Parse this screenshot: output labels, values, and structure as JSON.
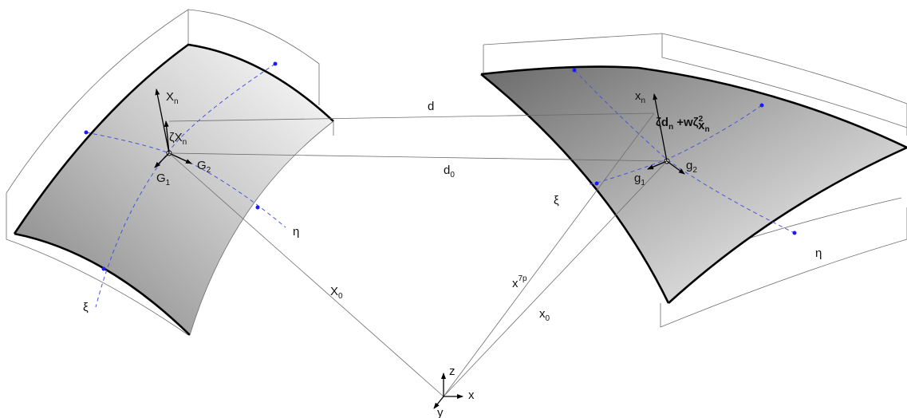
{
  "labels": {
    "X_n_left": "X",
    "X_n_left_sub": "n",
    "zeta_X_n": "ζX",
    "zeta_X_n_sub": "n",
    "G1": "G",
    "G1_sub": "1",
    "G2": "G",
    "G2_sub": "2",
    "eta_left": "η",
    "xi_left": "ξ",
    "d": "d",
    "d0": "d",
    "d0_sub": "0",
    "X0": "X",
    "X0_sub": "0",
    "x7p": "x",
    "x7p_sup": "7p",
    "x0": "x",
    "x0_sub": "0",
    "x_n_right": "x",
    "x_n_right_sub": "n",
    "formula_zeta": "ζ",
    "formula_d": "d",
    "formula_d_sub": "n",
    "formula_plus_w": "+w",
    "formula_zeta2": "ζ",
    "formula_sup": "2",
    "formula_x": "x",
    "formula_x_sub": "n",
    "g1": "g",
    "g1_sub": "1",
    "g2": "g",
    "g2_sub": "2",
    "xi_right": "ξ",
    "eta_right": "η",
    "axis_z": "z",
    "axis_x": "x",
    "axis_y": "y"
  },
  "colors": {
    "shell_dark": "#7a7a7a",
    "shell_light": "#ffffff",
    "edge": "#000000",
    "guide": "#6e6e6e",
    "dashed": "#4b55d6",
    "point": "#1a1aff"
  }
}
